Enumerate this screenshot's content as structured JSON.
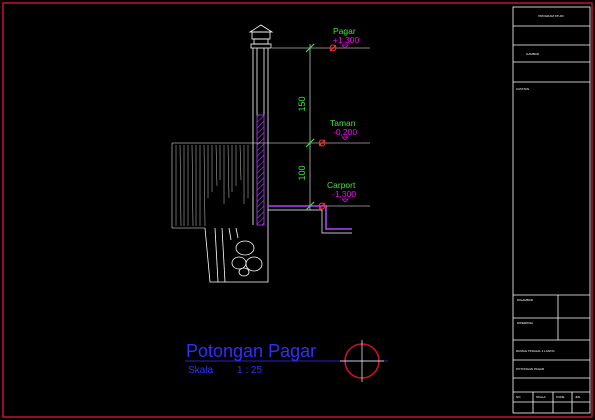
{
  "drawing": {
    "title": "Potongan Pagar",
    "scale_label": "Skala",
    "scale_value": "1  :  25"
  },
  "levels": [
    {
      "name": "Pagar",
      "elevation": "+1,300"
    },
    {
      "name": "Taman",
      "elevation": "-0,200"
    },
    {
      "name": "Carport",
      "elevation": "-1,300"
    }
  ],
  "dimensions": [
    {
      "value": "150"
    },
    {
      "value": "100"
    }
  ],
  "title_block": {
    "project_label": "PROGRAM STUDI",
    "sheet_label": "GAMBAR",
    "notes_label": "CATATAN",
    "drawn_label": "DIGAMBAR",
    "checked_label": "DIPERIKSA",
    "project_title": "RUMAH TINGGAL 2 LANTAI",
    "sheet_title": "POTONGAN PAGAR",
    "row_labels": [
      "NO",
      "SKALA",
      "KODE",
      "JML"
    ]
  },
  "colors": {
    "background": "#000000",
    "frame": "#c8102e",
    "line": "#ffffff",
    "level_text": "#39e639",
    "elevation_text": "#ff00ff",
    "dimension": "#39e639",
    "title_text": "#2f2fff",
    "hatch": "#b040ff",
    "marker": "#ff3030"
  }
}
